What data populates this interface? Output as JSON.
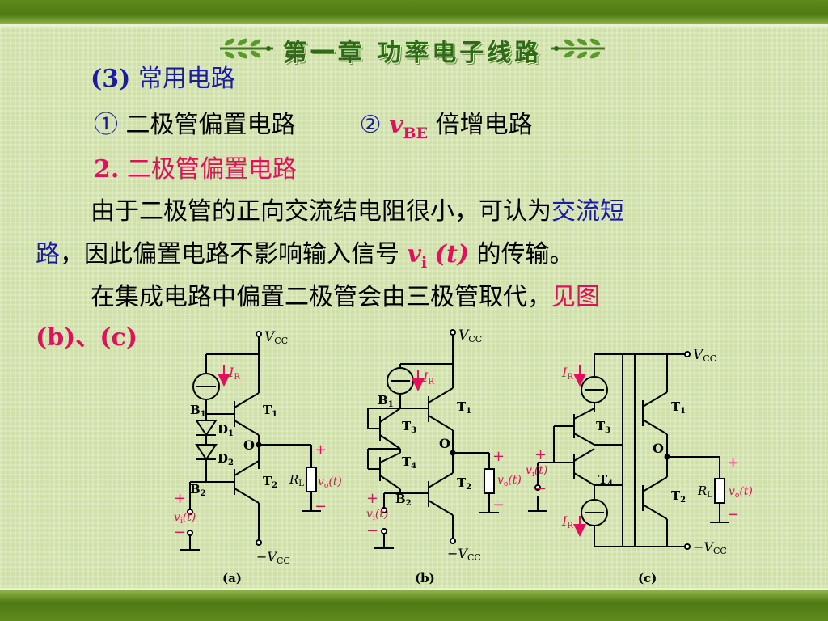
{
  "header": {
    "title": "第一章 功率电子线路"
  },
  "line1": {
    "num": "(3)",
    "text": "常用电路"
  },
  "line2": {
    "item1_mark": "①",
    "item1_text": "二极管偏置电路",
    "item2_mark": "②",
    "item2_var": "v",
    "item2_sub": "BE",
    "item2_text": "倍增电路"
  },
  "heading2": {
    "num": "2.",
    "text": "二极管偏置电路"
  },
  "para1": {
    "part1": "由于二极管的正向交流结电阻很小，可认为",
    "highlight1": "交流短",
    "highlight2": "路",
    "part2": "，因此偏置电路不影响输入信号",
    "var": "v",
    "var_sub": "i",
    "var_arg": "(t)",
    "part3": "的传输。"
  },
  "para2": {
    "part1": "在集成电路中偏置二极管会由三极管取代，",
    "highlight1": "见图",
    "highlight2": "(b)、(c)"
  },
  "circuits": {
    "labels": {
      "vcc_v": "V",
      "vcc_sub": "CC",
      "nvcc": "−V",
      "ir": "I",
      "ir_sub": "R",
      "b1": "B",
      "b1_sub": "1",
      "b2": "B",
      "b2_sub": "2",
      "d1": "D",
      "d1_sub": "1",
      "d2": "D",
      "d2_sub": "2",
      "t1": "T",
      "t1_sub": "1",
      "t2": "T",
      "t2_sub": "2",
      "t3": "T",
      "t3_sub": "3",
      "t4": "T",
      "t4_sub": "4",
      "o": "O",
      "rl": "R",
      "rl_sub": "L",
      "plus": "+",
      "minus": "−",
      "vo": "v",
      "vo_sub": "o",
      "vo_arg": "(t)",
      "vi": "v",
      "vi_sub": "i",
      "vi_arg": "(t)",
      "cap_a": "(a)",
      "cap_b": "(b)",
      "cap_c": "(c)"
    }
  },
  "colors": {
    "blue": "#1a1aa8",
    "pink": "#e0105a",
    "title_green": "#2f6a18",
    "band_green": "#4f7a14"
  }
}
